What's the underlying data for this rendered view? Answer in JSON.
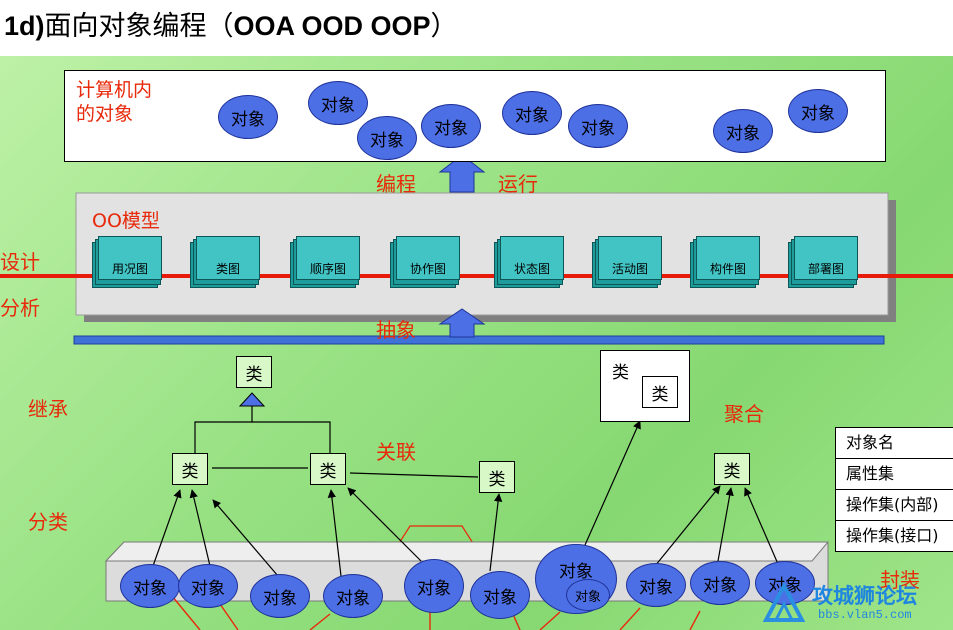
{
  "title_prefix": "1d)",
  "title_cn": "面向对象编程（",
  "title_bold": "OOA OOD OOP",
  "title_close": "）",
  "computer_box": {
    "label_line1": "计算机内",
    "label_line2": "的对象",
    "object_label": "对象"
  },
  "arrows": {
    "coding": "编程",
    "running": "运行",
    "abstraction": "抽象"
  },
  "model": {
    "label": "OO模型",
    "diagrams": [
      "用况图",
      "类图",
      "顺序图",
      "协作图",
      "状态图",
      "活动图",
      "构件图",
      "部署图"
    ]
  },
  "side_labels": {
    "design": "设计",
    "analysis": "分析"
  },
  "relations": {
    "inheritance": "继承",
    "association": "关联",
    "classification": "分类",
    "aggregation": "聚合",
    "encapsulation": "封装"
  },
  "class_label": "类",
  "bottom_objects": {
    "object_label": "对象"
  },
  "encapsulation_table": [
    "对象名",
    "属性集",
    "操作集(内部)",
    "操作集(接口)"
  ],
  "watermark": {
    "name": "攻城狮论坛",
    "url": "bbs.vlan5.com"
  },
  "colors": {
    "red_text": "#e8290a",
    "object_blue": "#4d6fe6",
    "model_bar": "#3f72d8"
  }
}
